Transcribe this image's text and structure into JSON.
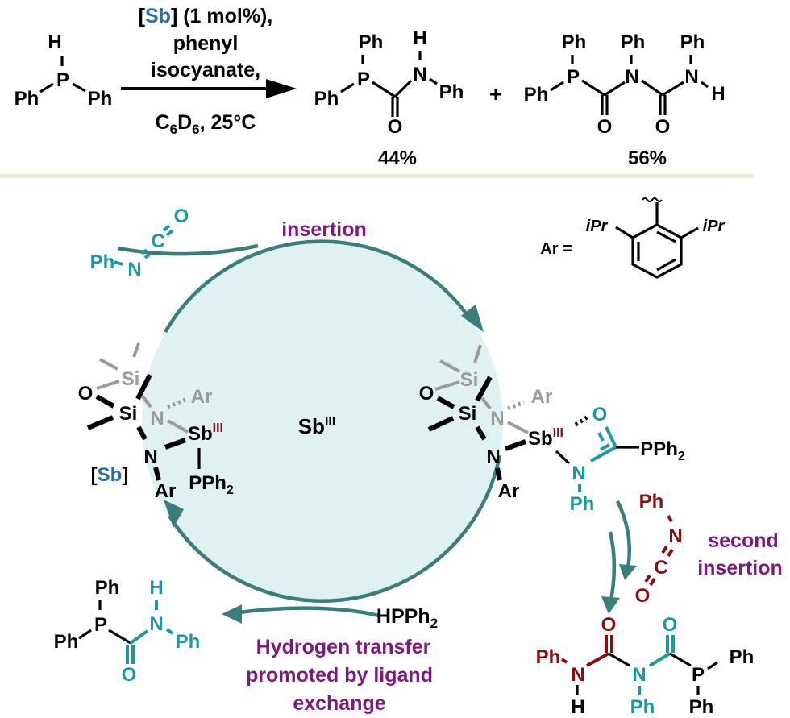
{
  "colors": {
    "cycle_fill": "#dff1f1",
    "cycle_stroke": "#3a7d7b",
    "separator": "#e8ead6",
    "catalyst_blue": "#2e6f9e",
    "teal": "#1a9aa0",
    "dark_red": "#8b0d0d",
    "purple": "#7e1a7e",
    "grey": "#9a9a9a"
  },
  "top_scheme": {
    "reactant": {
      "h": "H",
      "p": "P",
      "ph_left": "Ph",
      "ph_right": "Ph"
    },
    "conditions": {
      "catalyst_open": "[",
      "catalyst_label": "Sb",
      "catalyst_close": "] (1 mol%),",
      "line2": "phenyl",
      "line3": "isocyanate,",
      "solvent_c": "C",
      "solvent_sub1": "6",
      "solvent_d": "D",
      "solvent_sub2": "6",
      "solvent_rest": ", 25°C"
    },
    "product1": {
      "ph_top": "Ph",
      "p": "P",
      "ph_left": "Ph",
      "h": "H",
      "n": "N",
      "ph_right": "Ph",
      "o": "O",
      "yield": "44%"
    },
    "plus": "+",
    "product2": {
      "ph_top1": "Ph",
      "p": "P",
      "ph_left": "Ph",
      "ph_top2": "Ph",
      "n1": "N",
      "ph_top3": "Ph",
      "n2": "N",
      "h": "H",
      "o1": "O",
      "o2": "O",
      "yield": "56%"
    }
  },
  "cycle": {
    "center_label": "Sb",
    "center_sup": "III",
    "insertion_label": "insertion",
    "isocyanate": {
      "ph": "Ph",
      "n": "N",
      "c": "C",
      "o": "O"
    },
    "ar_def": {
      "label": "Ar =",
      "ipr_left": "iPr",
      "ipr_right": "iPr"
    },
    "catalyst": {
      "si_top": "Si",
      "o": "O",
      "si": "Si",
      "n_grey": "N",
      "ar_grey": "Ar",
      "sb": "Sb",
      "sb_sup": "III",
      "n": "N",
      "ar": "Ar",
      "pph2": "PPh",
      "pph2_sub": "2",
      "tag_open": "[",
      "tag_sb": "Sb",
      "tag_close": "]"
    },
    "intermediate": {
      "si_top": "Si",
      "o": "O",
      "si": "Si",
      "n_grey": "N",
      "ar_grey": "Ar",
      "sb": "Sb",
      "sb_sup": "III",
      "n": "N",
      "ar": "Ar",
      "o_teal": "O",
      "n_teal": "N",
      "ph_teal": "Ph",
      "pph2": "PPh",
      "pph2_sub": "2"
    },
    "second_isocyanate": {
      "ph": "Ph",
      "n": "N",
      "c": "C",
      "o": "O"
    },
    "second_insertion_label": [
      "second",
      "insertion"
    ],
    "hpph2": {
      "h": "HPPh",
      "sub": "2"
    },
    "h_transfer_label": [
      "Hydrogen transfer",
      "promoted by ligand",
      "exchange"
    ],
    "product_left": {
      "ph_top": "Ph",
      "p": "P",
      "ph_left": "Ph",
      "h": "H",
      "n": "N",
      "ph_right": "Ph",
      "o": "O"
    },
    "product_right": {
      "o1": "O",
      "o2": "O",
      "ph_left": "Ph",
      "n1": "N",
      "h": "H",
      "n2": "N",
      "ph_n2": "Ph",
      "p": "P",
      "ph_right": "Ph",
      "ph_bottom": "Ph"
    }
  }
}
